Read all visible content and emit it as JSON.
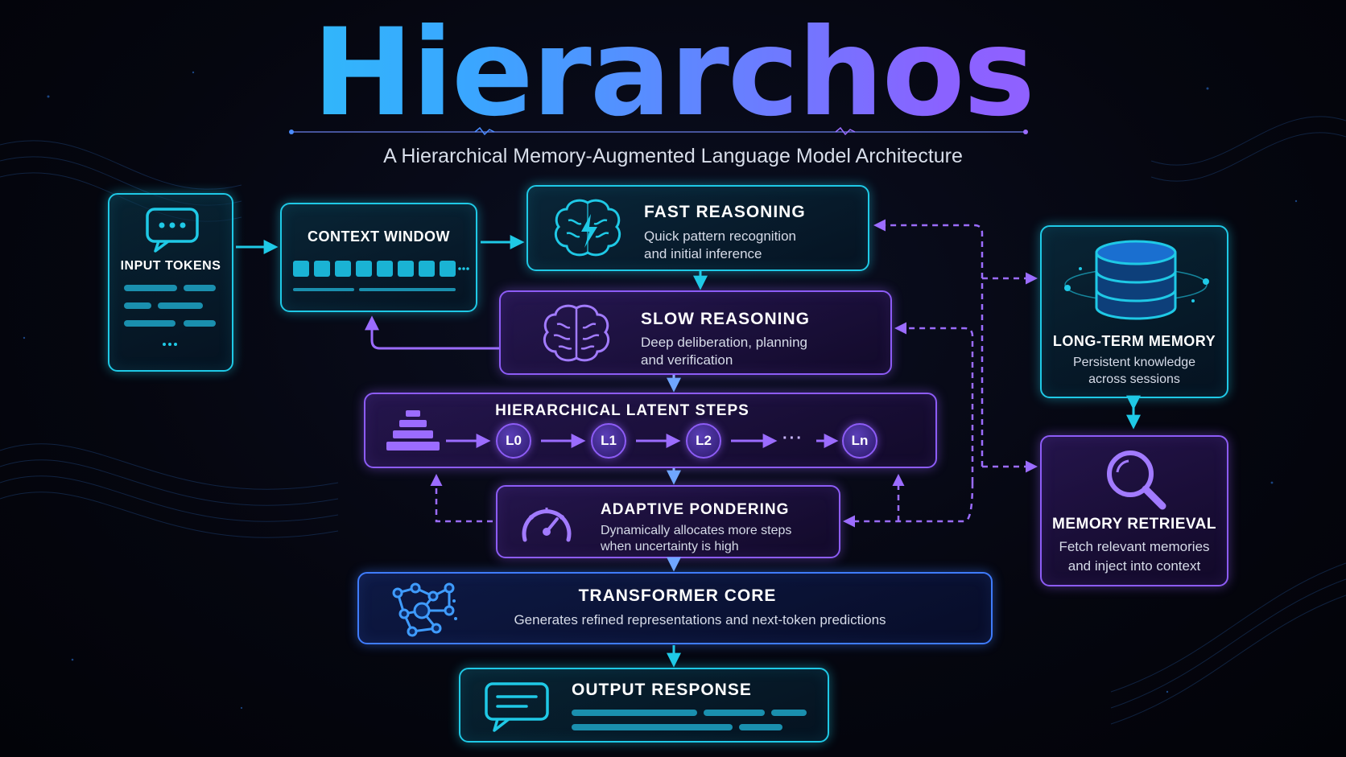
{
  "title": "Hierarchos",
  "subtitle": "A Hierarchical Memory-Augmented Language Model Architecture",
  "nodes": {
    "input_tokens": {
      "label": "INPUT TOKENS"
    },
    "context_window": {
      "label": "CONTEXT WINDOW"
    },
    "fast_reasoning": {
      "label": "FAST REASONING",
      "desc_line1": "Quick pattern recognition",
      "desc_line2": "and initial inference"
    },
    "slow_reasoning": {
      "label": "SLOW REASONING",
      "desc_line1": "Deep deliberation, planning",
      "desc_line2": "and verification"
    },
    "latent_steps": {
      "label": "HIERARCHICAL LATENT STEPS",
      "steps": [
        "L0",
        "L1",
        "L2",
        "Ln"
      ],
      "ellipsis": "···"
    },
    "adaptive_pondering": {
      "label": "ADAPTIVE PONDERING",
      "desc_line1": "Dynamically allocates more steps",
      "desc_line2": "when uncertainty is high"
    },
    "transformer_core": {
      "label": "TRANSFORMER CORE",
      "desc": "Generates refined representations and next-token predictions"
    },
    "output_response": {
      "label": "OUTPUT RESPONSE"
    },
    "long_term_memory": {
      "label": "LONG-TERM MEMORY",
      "desc_line1": "Persistent knowledge",
      "desc_line2": "across sessions"
    },
    "memory_retrieval": {
      "label": "MEMORY RETRIEVAL",
      "desc_line1": "Fetch relevant memories",
      "desc_line2": "and inject into context"
    }
  },
  "icons": {
    "input_tokens": "chat-bubble-icon",
    "fast_reasoning": "brain-lightning-icon",
    "slow_reasoning": "brain-icon",
    "latent_steps": "pyramid-icon",
    "adaptive_pondering": "gauge-icon",
    "transformer_core": "network-graph-icon",
    "output_response": "message-icon",
    "long_term_memory": "database-icon",
    "memory_retrieval": "magnifier-icon"
  },
  "colors": {
    "cyan": "#1fc9e6",
    "purple": "#8d5cf6",
    "blue": "#3f7cff",
    "title_start": "#1fd8f2",
    "title_end": "#a35cff"
  }
}
